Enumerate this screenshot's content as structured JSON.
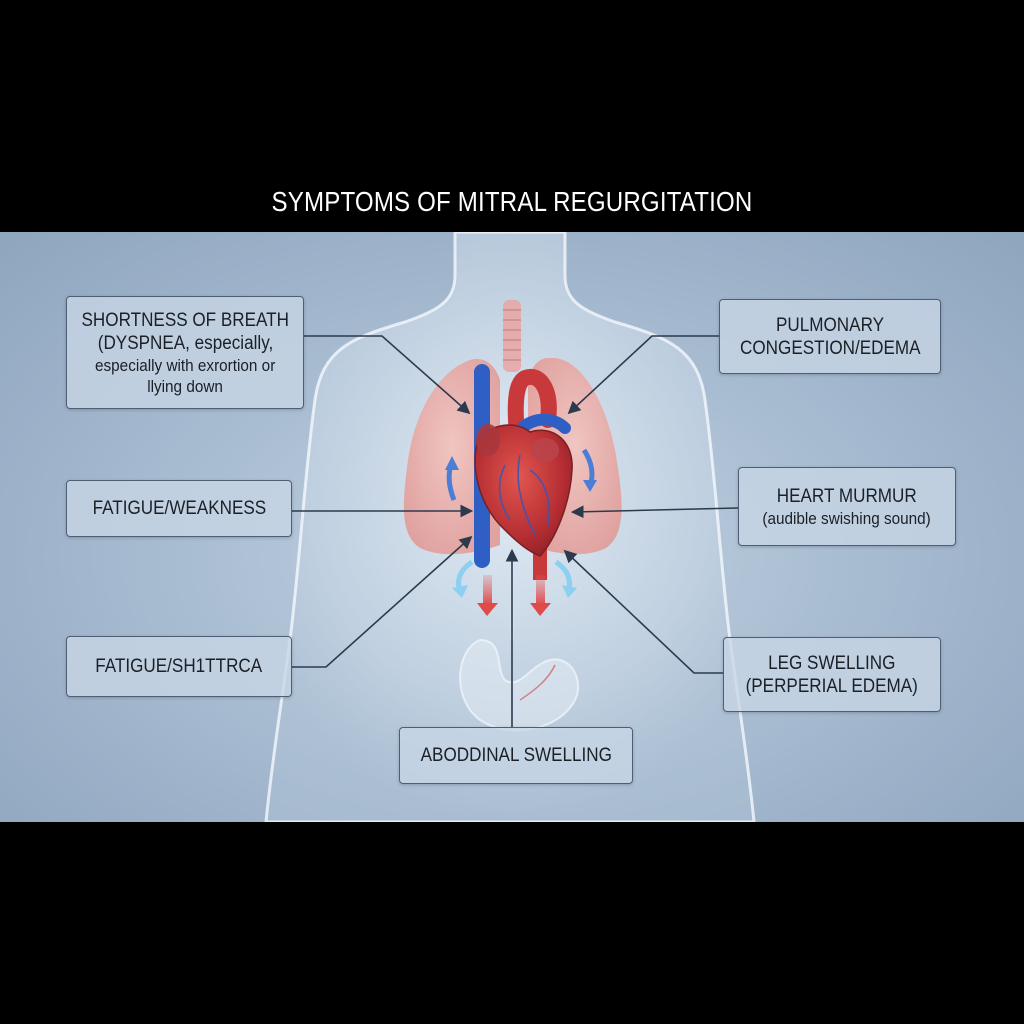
{
  "title": "SYMPTOMS OF MITRAL REGURGITATION",
  "callouts": {
    "shortness_of_breath": {
      "line1": "SHORTNESS OF BREATH",
      "line2": "(DYSPNEA, especially,",
      "line3": "especially with exrortion or",
      "line4": "llying down"
    },
    "fatigue_weakness": {
      "label": "FATIGUE/WEAKNESS"
    },
    "fatigue_shittrca": {
      "label": "FATIGUE/SH1TTRCA"
    },
    "pulmonary_congestion": {
      "line1": "PULMONARY",
      "line2": "CONGESTION/EDEMA"
    },
    "heart_murmur": {
      "line1": "HEART MURMUR",
      "line2": "(audible swishing sound)"
    },
    "leg_swelling": {
      "line1": "LEG SWELLING",
      "line2": "(PERPERIAL EDEMA)"
    },
    "abdominal_swelling": {
      "label": "ABODDINAL SWELLING"
    }
  },
  "colors": {
    "panel_bg": "#a9bdd2",
    "callout_border": "#4f5f73",
    "heart_red": "#c8393b",
    "vessel_blue": "#2f5fc4",
    "lung_pink": "#e8a9a4",
    "flow_light_blue": "#8ccff0"
  }
}
